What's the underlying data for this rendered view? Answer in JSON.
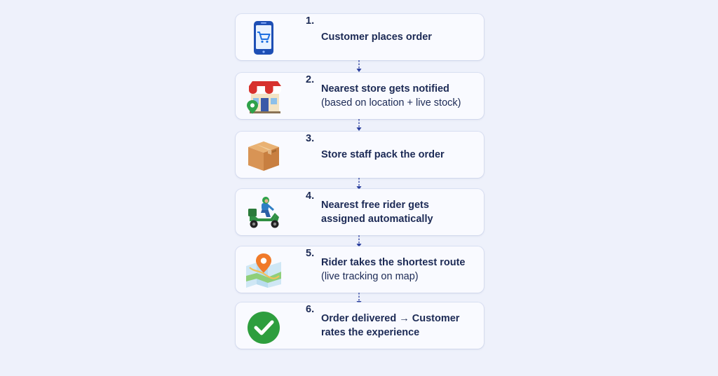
{
  "steps": [
    {
      "num": "1.",
      "line1": "Customer places order",
      "line2": "",
      "icon": "smartphone-cart-icon"
    },
    {
      "num": "2.",
      "line1": "Nearest store gets notified",
      "line2": "(based on location + live stock)",
      "icon": "store-location-icon"
    },
    {
      "num": "3.",
      "line1": "Store staff pack the order",
      "line2": "",
      "icon": "package-box-icon"
    },
    {
      "num": "4.",
      "line1": "Nearest free rider gets",
      "line2": "assigned automatically",
      "icon": "delivery-scooter-icon"
    },
    {
      "num": "5.",
      "line1": "Rider takes the shortest route",
      "line2": "(live tracking on map)",
      "icon": "map-pin-icon"
    },
    {
      "num": "6.",
      "line1": "Order delivered → Customer",
      "line2": "rates the experience",
      "icon": "checkmark-circle-icon"
    }
  ],
  "colors": {
    "background": "#eef1fb",
    "card": "#f9faff",
    "text": "#1c2a55",
    "arrow": "#2b3f9e",
    "success": "#2e9e3e"
  }
}
